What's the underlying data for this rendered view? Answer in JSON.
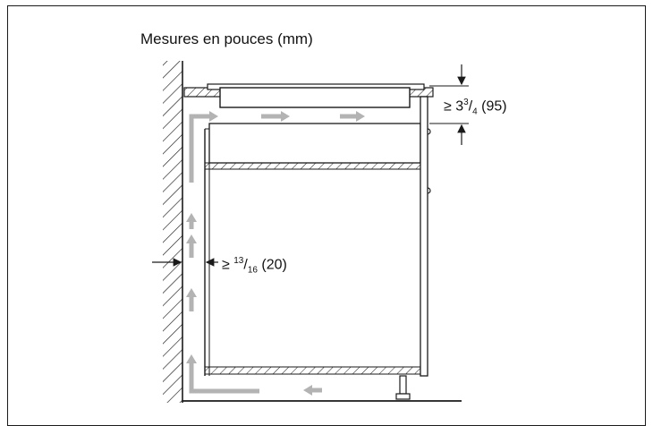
{
  "diagram": {
    "title": "Mesures en pouces (mm)",
    "dimension_top": {
      "prefix": "≥ 3",
      "sup": "3",
      "slash": "/",
      "sub": "4",
      "suffix": " (95)"
    },
    "dimension_gap": {
      "prefix": "≥ ",
      "sup": "13",
      "slash": "/",
      "sub": "16",
      "suffix": " (20)"
    }
  },
  "colors": {
    "line": "#1a1a1a",
    "airflow_arrow": "#b3b3b3",
    "background": "#ffffff"
  }
}
